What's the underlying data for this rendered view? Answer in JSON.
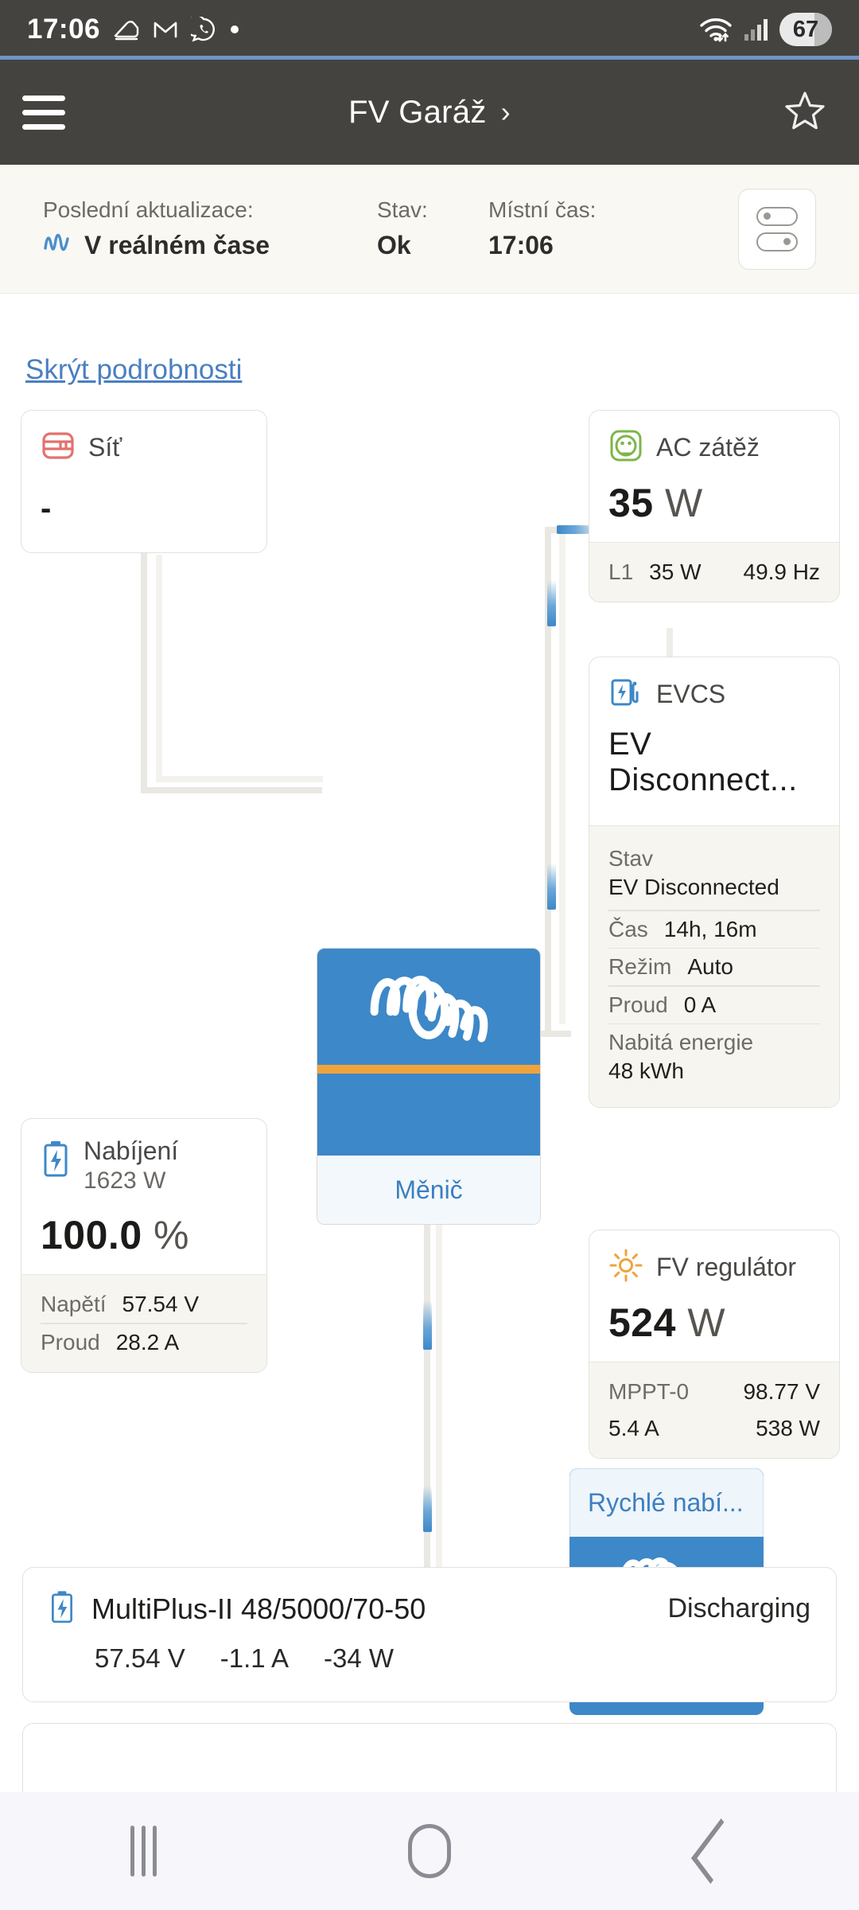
{
  "statusbar": {
    "clock": "17:06",
    "icons": [
      "shoe-icon",
      "gmail-icon",
      "whatsapp-icon",
      "dot-icon"
    ],
    "wifi": "wifi-icon",
    "signal": "cellular-signal-icon",
    "battery_percent": "67"
  },
  "appbar": {
    "menu": "hamburger-icon",
    "title": "FV Garáž",
    "chevron": "›",
    "favorite": "star-icon"
  },
  "infobar": {
    "last_update_label": "Poslední aktualizace:",
    "last_update_value": "V reálném čase",
    "realtime_icon": "realtime-wave-icon",
    "state_label": "Stav:",
    "state_value": "Ok",
    "local_time_label": "Místní čas:",
    "local_time_value": "17:06",
    "toggle_button": "switches-icon"
  },
  "content": {
    "hide_details": "Skrýt podrobnosti"
  },
  "diagram": {
    "grid": {
      "icon": "grid-icon",
      "title": "Síť",
      "value": "-"
    },
    "ac_load": {
      "icon": "ac-outlet-icon",
      "title": "AC zátěž",
      "value": "35",
      "unit": "W",
      "rows": [
        {
          "phase": "L1",
          "power": "35 W",
          "freq": "49.9 Hz"
        }
      ]
    },
    "evcs": {
      "icon": "ev-charger-icon",
      "title": "EVCS",
      "value": "EV Disconnect...",
      "rows": [
        {
          "k": "Stav",
          "v": "EV Disconnected",
          "stacked": true
        },
        {
          "k": "Čas",
          "v": "14h, 16m",
          "stacked": false
        },
        {
          "k": "Režim",
          "v": "Auto",
          "stacked": false
        },
        {
          "k": "Proud",
          "v": "0 A",
          "stacked": false
        },
        {
          "k": "Nabitá energie",
          "v": "48 kWh",
          "stacked": true
        }
      ]
    },
    "inverter": {
      "logo": "victron-logo-icon",
      "label": "Měnič"
    },
    "battery": {
      "icon": "battery-charging-icon",
      "title": "Nabíjení",
      "subtitle": "1623 W",
      "value": "100.0",
      "unit": "%",
      "rows": [
        {
          "k": "Napětí",
          "v": "57.54 V"
        },
        {
          "k": "Proud",
          "v": "28.2 A"
        }
      ]
    },
    "fast_charge": {
      "label": "Rychlé nabí...",
      "logo": "victron-logo-icon"
    },
    "pv": {
      "icon": "sun-icon",
      "title": "FV regulátor",
      "value": "524",
      "unit": "W",
      "rows": [
        {
          "k": "MPPT-0",
          "v": "98.77 V"
        },
        {
          "k": "5.4 A",
          "v": "538 W"
        }
      ]
    }
  },
  "devices": [
    {
      "icon": "battery-charging-icon",
      "name": "MultiPlus-II 48/5000/70-50",
      "state": "Discharging",
      "values": [
        "57.54 V",
        "-1.1 A",
        "-34 W"
      ]
    }
  ],
  "navbar": {
    "recent": "recent-apps-icon",
    "home": "home-icon",
    "back": "back-icon"
  },
  "colors": {
    "victron_blue": "#3d88c8",
    "accent_orange": "#f0a33c",
    "link_blue": "#4a7fc1",
    "grid_red": "#e2726e",
    "ac_green": "#7cb648",
    "appbar_bg": "#45433f",
    "info_bg": "#faf8f3"
  }
}
